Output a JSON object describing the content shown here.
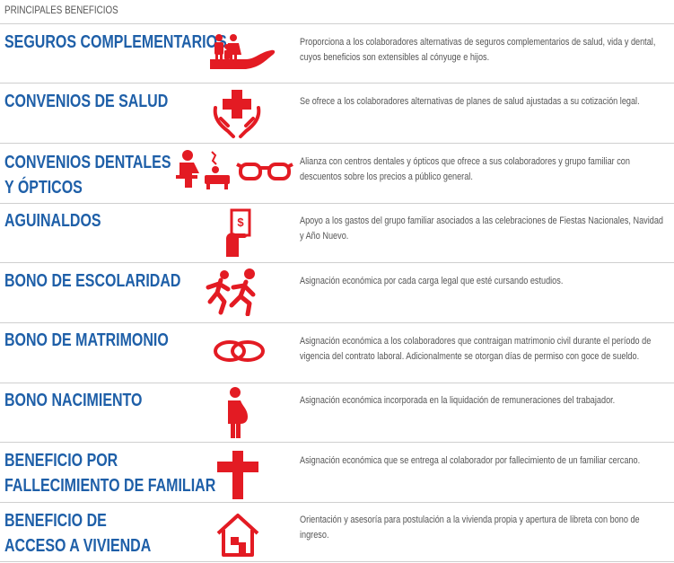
{
  "header": "PRINCIPALES BENEFICIOS",
  "accent_red": "#e31b23",
  "title_blue": "#1e5fa8",
  "benefits": [
    {
      "title_line1": "SEGUROS COMPLEMENTARIOS",
      "title_line2": "",
      "icon": "family-hand-icon",
      "desc_line1": "Proporciona a los colaboradores alternativas de seguros complementarios de salud, vida y dental,",
      "desc_line2": "cuyos beneficios son extensibles al cónyuge e hijos."
    },
    {
      "title_line1": "CONVENIOS DE SALUD",
      "title_line2": "",
      "icon": "medical-cross-hands-icon",
      "desc_line1": "Se ofrece a los colaboradores alternativas de planes de salud ajustadas a su cotización legal.",
      "desc_line2": ""
    },
    {
      "title_line1": "CONVENIOS DENTALES",
      "title_line2": "Y ÓPTICOS",
      "icon": "dentist-glasses-icon",
      "desc_line1": "Alianza con centros dentales y ópticos que ofrece a sus colaboradores y grupo familiar con",
      "desc_line2": "descuentos sobre los precios a público general."
    },
    {
      "title_line1": "AGUINALDOS",
      "title_line2": "",
      "icon": "money-hand-icon",
      "desc_line1": "Apoyo a los gastos del grupo familiar asociados a las celebraciones de Fiestas  Nacionales, Navidad",
      "desc_line2": "y Año Nuevo."
    },
    {
      "title_line1": "BONO DE ESCOLARIDAD",
      "title_line2": "",
      "icon": "children-running-icon",
      "desc_line1": "Asignación económica por cada carga legal que esté cursando estudios.",
      "desc_line2": ""
    },
    {
      "title_line1": "BONO DE MATRIMONIO",
      "title_line2": "",
      "icon": "wedding-rings-icon",
      "desc_line1": "Asignación económica a los colaboradores que contraigan matrimonio civil durante el período de",
      "desc_line2": "vigencia del contrato laboral. Adicionalmente se otorgan días de permiso con goce de sueldo."
    },
    {
      "title_line1": "BONO NACIMIENTO",
      "title_line2": "",
      "icon": "pregnant-woman-icon",
      "desc_line1": "Asignación económica incorporada en la liquidación de remuneraciones del trabajador.",
      "desc_line2": ""
    },
    {
      "title_line1": "BENEFICIO POR",
      "title_line2": "FALLECIMIENTO DE FAMILIAR",
      "icon": "cross-icon",
      "desc_line1": "Asignación económica que se entrega al colaborador por fallecimiento de un familiar cercano.",
      "desc_line2": ""
    },
    {
      "title_line1": "BENEFICIO DE",
      "title_line2": "ACCESO A VIVIENDA",
      "icon": "house-icon",
      "desc_line1": "Orientación y asesoría para postulación a la vivienda propia y apertura de libreta con bono de",
      "desc_line2": "ingreso."
    }
  ]
}
